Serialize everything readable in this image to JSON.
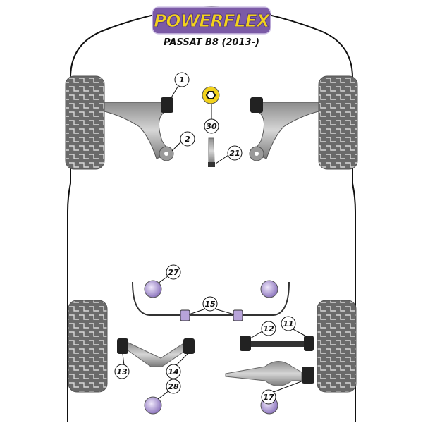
{
  "header": {
    "brand": "POWERFLEX",
    "model": "PASSAT B8 (2013-)"
  },
  "callouts": {
    "c1": "1",
    "c2": "2",
    "c30": "30",
    "c21": "21",
    "c27": "27",
    "c15": "15",
    "c12": "12",
    "c11": "11",
    "c13": "13",
    "c14": "14",
    "c28": "28",
    "c17": "17"
  },
  "colors": {
    "logo_bg": "#7b5aa6",
    "logo_text": "#f2d21c",
    "bush_purple": "#b7a3d9",
    "bush_black": "#222222",
    "arm_grey": "#a9a9a9",
    "tyre_grey": "#6d6d6d"
  }
}
